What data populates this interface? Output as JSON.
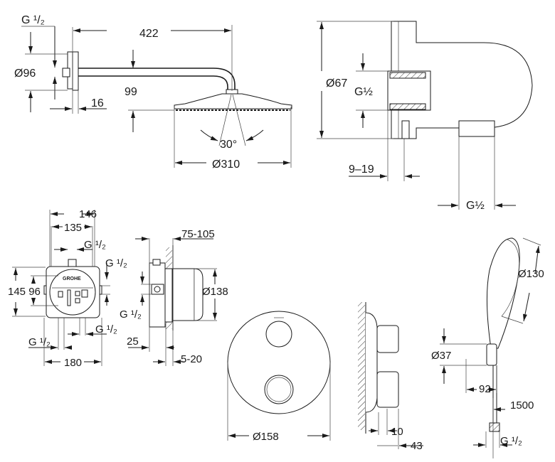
{
  "shower_arm_view": {
    "thread_label": "G ¹/₂",
    "arm_length": "422",
    "flange_diameter": "Ø96",
    "head_drop": "99",
    "flange_depth": "16",
    "spray_angle": "30°",
    "head_diameter": "Ø310"
  },
  "wall_outlet_view": {
    "diameter": "Ø67",
    "inlet_thread": "G½",
    "wall_range": "9–19",
    "outlet_thread": "G½"
  },
  "concealed_body_front": {
    "width_outer": "146",
    "width_inner": "135",
    "top_thread": "G ¹/₂",
    "right_thread": "G ¹/₂",
    "height_labels": "145 96",
    "bottom_right_thread": "G ¹/₂",
    "bottom_left_thread": "G ¹/₂",
    "total_width": "180"
  },
  "concealed_body_side": {
    "depth_range": "75-105",
    "diameter": "Ø138",
    "side_thread": "G ¹/₂",
    "offset": "25",
    "plaster_range": "5-20"
  },
  "trim_plate": {
    "diameter": "Ø158",
    "handle_offset": "10",
    "projection": "43"
  },
  "hand_shower": {
    "head_diameter": "Ø130",
    "holder_diameter": "Ø37",
    "holder_projection": "92",
    "hose_length": "1500",
    "hose_thread": "G ¹/₂"
  }
}
